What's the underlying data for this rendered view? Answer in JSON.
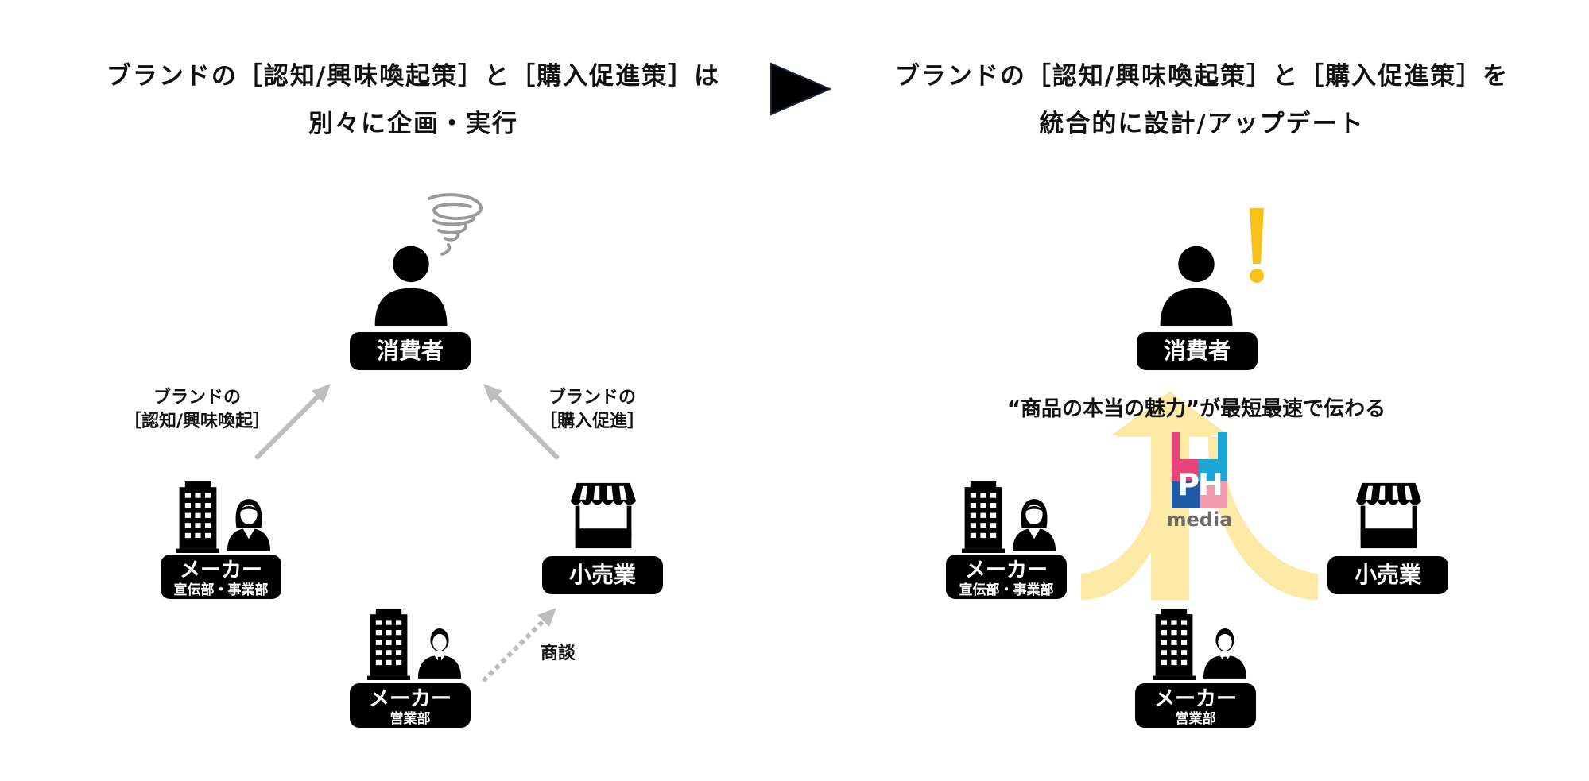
{
  "left_panel": {
    "heading_line1": "ブランドの［認知/興味喚起策］と［購入促進策］は",
    "heading_line2": "別々に企画・実行",
    "consumer": {
      "label": "消費者"
    },
    "maker_promo": {
      "label": "メーカー",
      "sublabel": "宣伝部・事業部"
    },
    "retailer": {
      "label": "小売業"
    },
    "maker_sales": {
      "label": "メーカー",
      "sublabel": "営業部"
    },
    "arrow_awareness": {
      "line1": "ブランドの",
      "line2": "［認知/興味喚起］"
    },
    "arrow_purchase": {
      "line1": "ブランドの",
      "line2": "［購入促進］"
    },
    "negotiation_label": "商談"
  },
  "right_panel": {
    "heading_line1": "ブランドの［認知/興味喚起策］と［購入促進策］を",
    "heading_line2": "統合的に設計/アップデート",
    "consumer": {
      "label": "消費者"
    },
    "maker_promo": {
      "label": "メーカー",
      "sublabel": "宣伝部・事業部"
    },
    "retailer": {
      "label": "小売業"
    },
    "maker_sales": {
      "label": "メーカー",
      "sublabel": "営業部"
    },
    "message": "“商品の本当の魅力”が最短最速で伝わる",
    "logo": {
      "letters": "PH",
      "wordmark": "media"
    }
  },
  "icons": {
    "divider": "play-triangle-icon",
    "confusion": "swirl-icon",
    "insight": "exclamation-icon",
    "person": "person-icon",
    "building": "building-icon",
    "businesswoman": "businesswoman-icon",
    "businessman": "businessman-icon",
    "shop": "shop-icon"
  },
  "colors": {
    "pill_bg": "#000000",
    "arrow_gray": "#bdbdbd",
    "highlight_arrow": "#fde9a6",
    "exclamation": "#f7c31a",
    "logo_pink": "#e8437a",
    "logo_blue": "#1ba6d6",
    "logo_navy": "#1c5aa6",
    "logo_lightpink": "#f19aae",
    "logo_text": "#6b6b6b"
  }
}
